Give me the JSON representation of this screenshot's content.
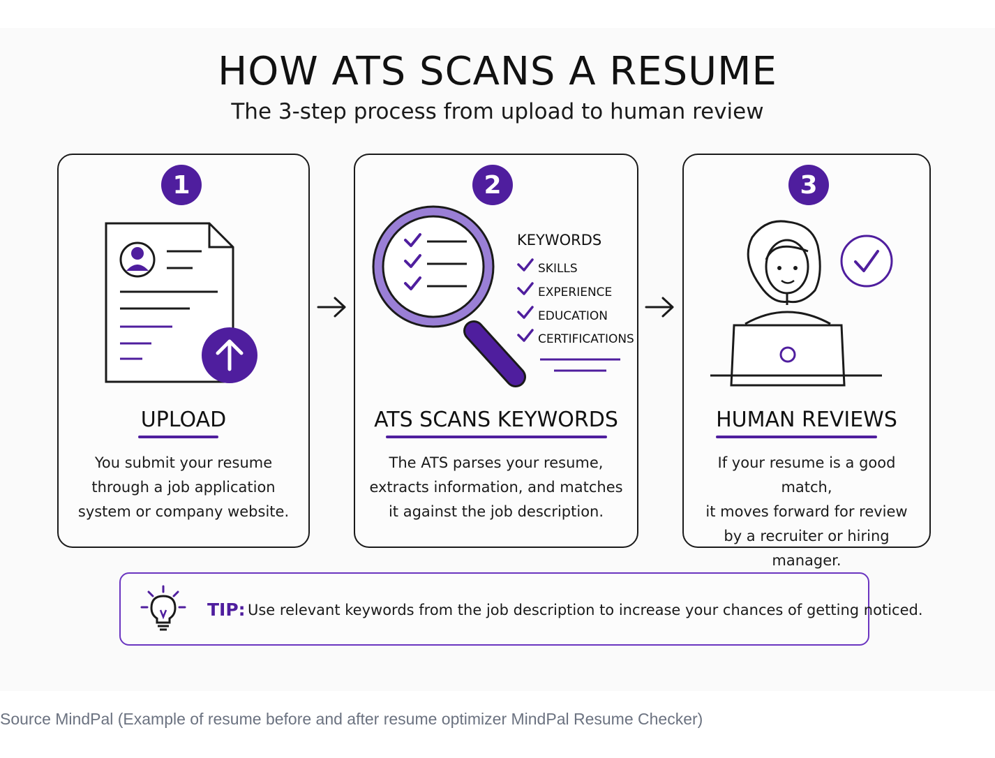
{
  "title": "HOW ATS SCANS A RESUME",
  "subtitle": "The 3-step process from upload to human review",
  "steps": [
    {
      "number": "1",
      "title": "UPLOAD",
      "lines": [
        "You submit your resume",
        "through a job application",
        "system or company website."
      ]
    },
    {
      "number": "2",
      "title": "ATS SCANS KEYWORDS",
      "lines": [
        "The ATS parses your resume,",
        "extracts information, and matches",
        "it against the job description."
      ],
      "keywords_title": "KEYWORDS",
      "keywords": [
        "SKILLS",
        "EXPERIENCE",
        "EDUCATION",
        "CERTIFICATIONS"
      ]
    },
    {
      "number": "3",
      "title": "HUMAN REVIEWS",
      "lines": [
        "If your resume is a good match,",
        "it moves forward for review",
        "by a recruiter or hiring manager."
      ]
    }
  ],
  "tip": {
    "label": "TIP:",
    "text": "Use relevant keywords from the job description to increase your chances of getting noticed."
  },
  "caption": "Source MindPal (Example of resume before and after resume optimizer MindPal Resume Checker)",
  "colors": {
    "accent": "#4f1e9e",
    "accent_light": "#9a7fd6",
    "ink": "#1a1a1a",
    "caption": "#6b7280"
  }
}
